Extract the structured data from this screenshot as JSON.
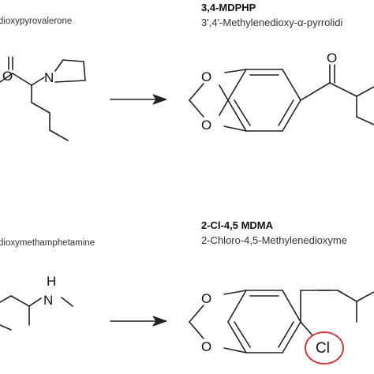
{
  "top": {
    "left_name": "dioxypyrovalerone",
    "right_title": "3,4-MDPHP",
    "right_name": "3',4'-Methylenedioxy-α-pyrrolidi"
  },
  "bottom": {
    "left_name": "dioxymethamphetamine",
    "right_title": "2-Cl-4,5 MDMA",
    "right_name": "2-Chloro-4,5-Methylenedioxyme"
  },
  "atoms": {
    "o": "O",
    "n": "N",
    "nh": "N",
    "h": "H",
    "cl": "Cl"
  },
  "highlight_color": "#d9262c"
}
